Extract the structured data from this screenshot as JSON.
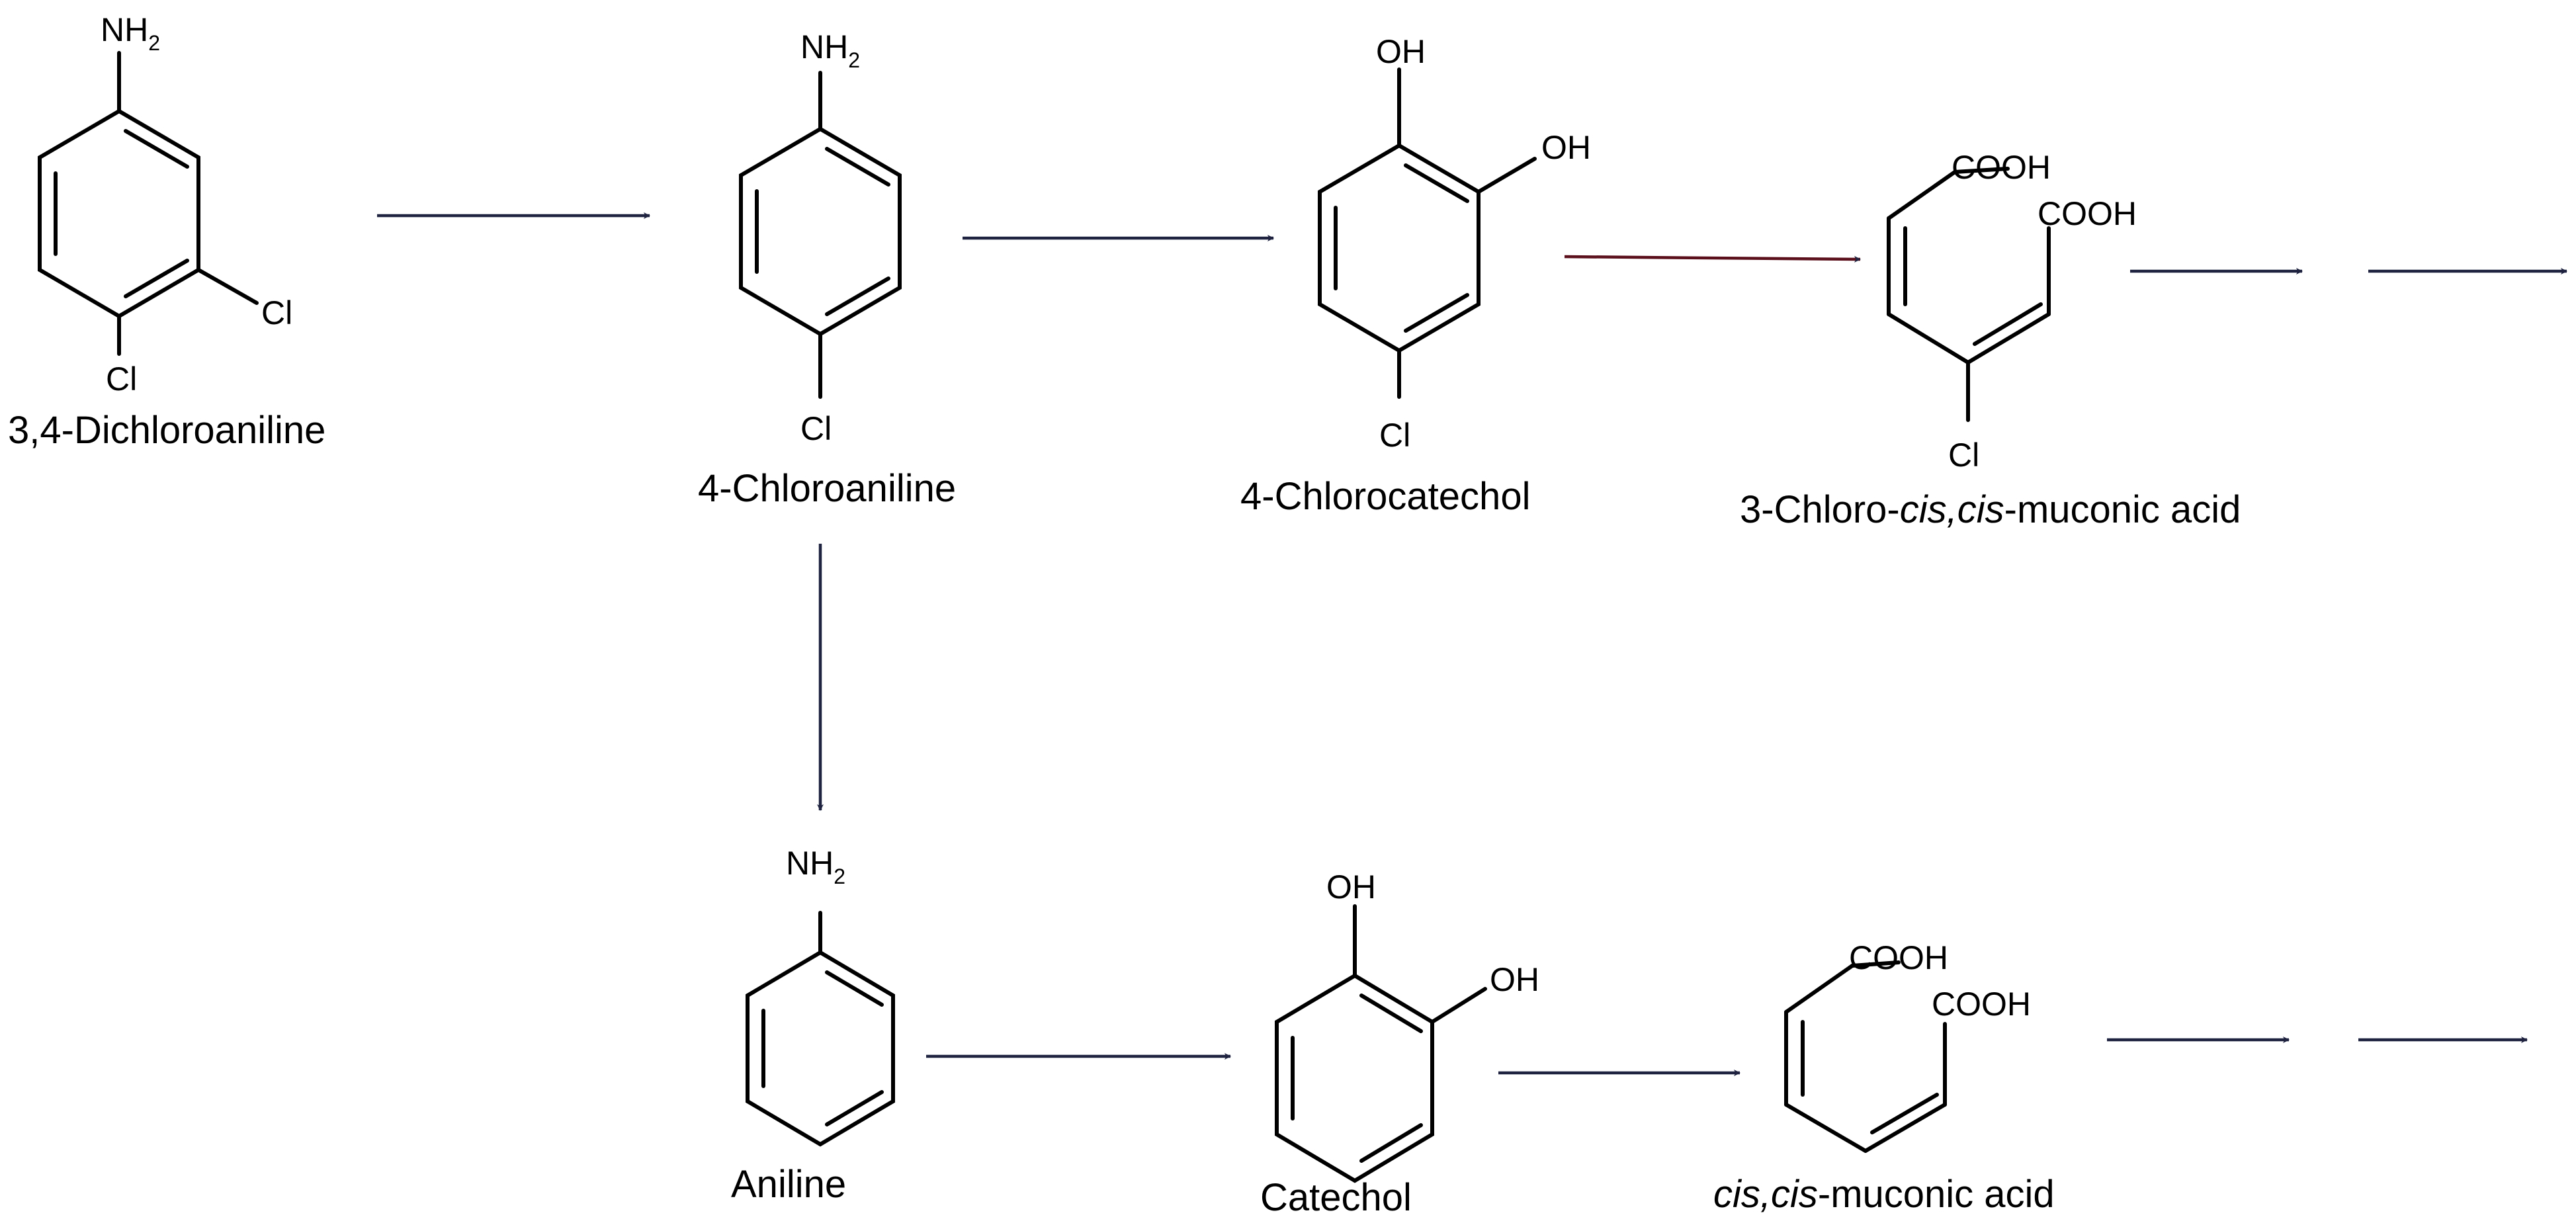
{
  "colors": {
    "ink": "#000000",
    "arrow_dark": "#1f2340",
    "arrow_red": "#5a0f1a",
    "background": "#ffffff"
  },
  "atoms": {
    "nh2_main": "NH",
    "nh2_sub": "2",
    "oh": "OH",
    "cl": "Cl",
    "cooh": "COOH"
  },
  "compounds": {
    "dichloroaniline": "3,4-Dichloroaniline",
    "chloroaniline": "4-Chloroaniline",
    "chlorocatechol": "4-Chlorocatechol",
    "chloromuconic_prefix": "3-Chloro-",
    "chloromuconic_italic": "cis,cis",
    "chloromuconic_suffix": "-muconic acid",
    "aniline": "Aniline",
    "catechol": "Catechol",
    "muconic_italic": "cis,cis",
    "muconic_suffix": "-muconic acid"
  }
}
